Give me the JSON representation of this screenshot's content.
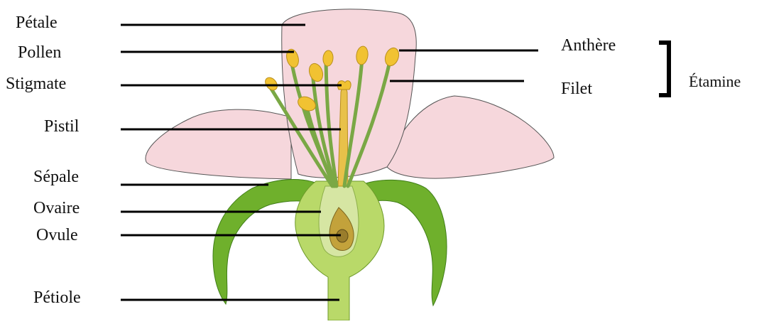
{
  "diagram": {
    "colors": {
      "petal_fill": "#f6d7dc",
      "petal_stroke": "#555555",
      "sepal_green": "#6fb02c",
      "sepal_dark": "#3f7d18",
      "receptacle_green": "#b9d969",
      "filament_green": "#7aa845",
      "anther_yellow": "#f1c232",
      "ovary_inner": "#d6e6a3",
      "ovule_brown": "#9a7d2c",
      "leader_line": "#000000"
    },
    "labels_left": [
      {
        "id": "petale",
        "text": "Pétale",
        "icon": "petal"
      },
      {
        "id": "pollen",
        "text": "Pollen",
        "icon": "pollen"
      },
      {
        "id": "stigmate",
        "text": "Stigmate",
        "icon": "stigma"
      },
      {
        "id": "pistil",
        "text": "Pistil",
        "icon": "pistil"
      },
      {
        "id": "sepale",
        "text": "Sépale",
        "icon": "sepal"
      },
      {
        "id": "ovaire",
        "text": "Ovaire",
        "icon": "ovary"
      },
      {
        "id": "ovule",
        "text": "Ovule",
        "icon": "ovule"
      },
      {
        "id": "petiole",
        "text": "Pétiole",
        "icon": "petiole"
      }
    ],
    "labels_right": [
      {
        "id": "anthere",
        "text": "Anthère",
        "icon": "anther"
      },
      {
        "id": "filet",
        "text": "Filet",
        "icon": "filament"
      }
    ],
    "group_label": {
      "text": "Étamine",
      "icon": "bracket"
    }
  }
}
